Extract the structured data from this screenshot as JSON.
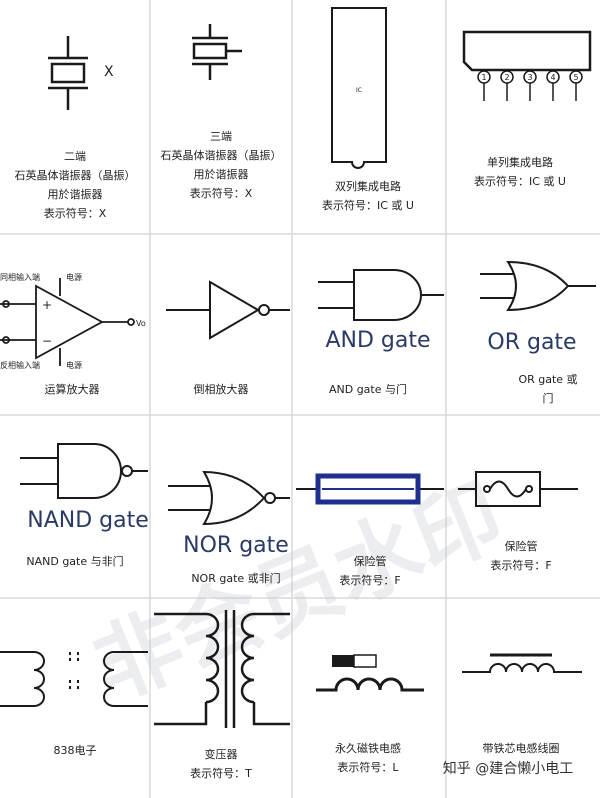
{
  "cells": {
    "c1": {
      "mark": "X",
      "label_lines": [
        "二端",
        "石英晶体谐振器（晶振）",
        "用於谐振器",
        "表示符号：X"
      ]
    },
    "c2": {
      "label_lines": [
        "三端",
        "石英晶体谐振器（晶振）",
        "用於谐振器",
        "表示符号：X"
      ]
    },
    "c3": {
      "chip_text": "IC",
      "label_lines": [
        "双列集成电路",
        "表示符号：IC 或 U"
      ]
    },
    "c4": {
      "pins": [
        "1",
        "2",
        "3",
        "4",
        "5"
      ],
      "label_lines": [
        "单列集成电路",
        "表示符号：IC 或 U"
      ]
    },
    "c5": {
      "top_left": "同相输入端",
      "top_right": "电源",
      "bottom_left": "反相输入端",
      "bottom_right": "电源",
      "plus": "+",
      "minus": "−",
      "out": "Vo",
      "label_lines": [
        "运算放大器"
      ]
    },
    "c6": {
      "label_lines": [
        "倒相放大器"
      ]
    },
    "c7": {
      "gate_name": "AND gate",
      "label_lines": [
        "AND gate 与门"
      ]
    },
    "c8": {
      "gate_name": "OR gate",
      "label_lines": [
        "OR gate 或",
        "门"
      ]
    },
    "c9": {
      "gate_name": "NAND gate",
      "label_lines": [
        "NAND gate 与非门"
      ]
    },
    "c10": {
      "gate_name": "NOR gate",
      "label_lines": [
        "NOR gate 或非门"
      ]
    },
    "c11": {
      "label_lines": [
        "保险管",
        "表示符号：F"
      ]
    },
    "c12": {
      "label_lines": [
        "保险管",
        "表示符号：F"
      ]
    },
    "c13": {
      "label_lines": [
        "838电子"
      ]
    },
    "c14": {
      "label_lines": [
        "变压器",
        "表示符号：T"
      ]
    },
    "c15": {
      "label_lines": [
        "永久磁铁电感",
        "表示符号：L"
      ]
    },
    "c16": {
      "label_lines": [
        "带铁芯电感线圈"
      ]
    }
  },
  "watermark": {
    "text": "非会员水印"
  },
  "credit": {
    "text": "知乎 @建合懒小电工"
  },
  "colors": {
    "line": "#1a1a1a",
    "grid": "#d9d9d9",
    "fuse_fill": "#1f2f8f",
    "gate_text": "#2a3a66"
  }
}
